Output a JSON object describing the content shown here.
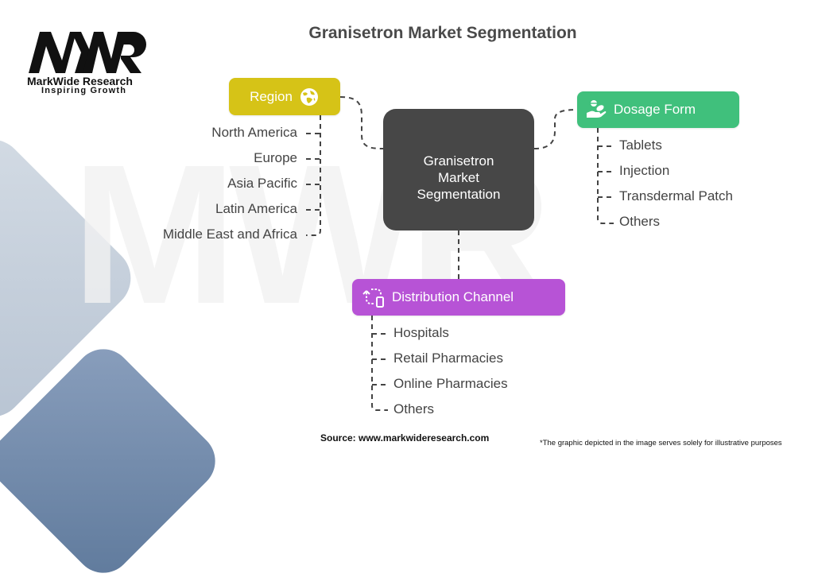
{
  "brand": {
    "logo_text": "MWR",
    "name": "MarkWide Research",
    "tagline": "Inspiring Growth",
    "watermark": "MWR"
  },
  "title": "Granisetron Market Segmentation",
  "center_node": {
    "lines": [
      "Granisetron",
      "Market",
      "Segmentation"
    ],
    "color": "#474747"
  },
  "segments": {
    "region": {
      "label": "Region",
      "icon": "globe-icon",
      "color": "#d6c317",
      "items": [
        "North America",
        "Europe",
        "Asia Pacific",
        "Latin America",
        "Middle East and Africa"
      ]
    },
    "dosage_form": {
      "label": "Dosage Form",
      "icon": "hand-pills-icon",
      "color": "#40c07c",
      "items": [
        "Tablets",
        "Injection",
        "Transdermal Patch",
        "Others"
      ]
    },
    "distribution_channel": {
      "label": "Distribution Channel",
      "icon": "distribution-cycle-icon",
      "color": "#b753d6",
      "items": [
        "Hospitals",
        "Retail Pharmacies",
        "Online Pharmacies",
        "Others"
      ]
    }
  },
  "footer": {
    "source": "Source: www.markwideresearch.com",
    "note": "*The graphic depicted in the image serves solely for illustrative purposes"
  }
}
